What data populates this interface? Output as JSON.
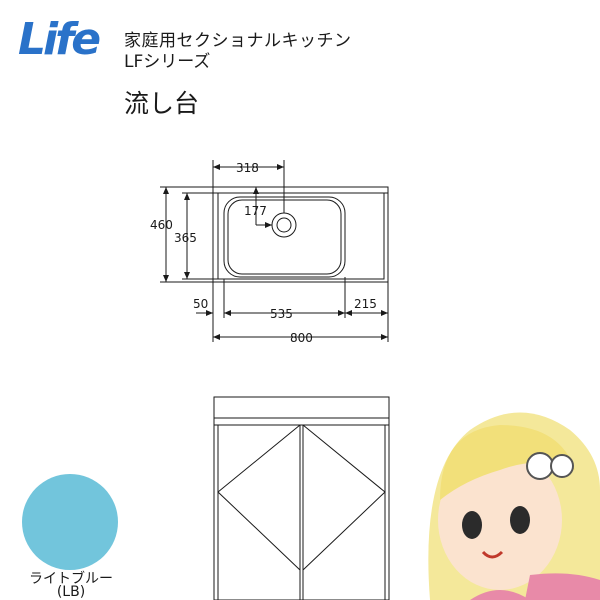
{
  "brand": {
    "logo_text": "Life"
  },
  "header": {
    "title_line1": "家庭用セクショナルキッチン",
    "title_line2": "LFシリーズ",
    "product": "流し台"
  },
  "plan_view": {
    "dim_318": "318",
    "dim_177": "177",
    "dim_460": "460",
    "dim_365": "365",
    "dim_50": "50",
    "dim_535": "535",
    "dim_215": "215",
    "dim_800": "800"
  },
  "color": {
    "name": "ライトブルー",
    "code": "(LB)",
    "swatch_hex": "#72c5dc"
  }
}
